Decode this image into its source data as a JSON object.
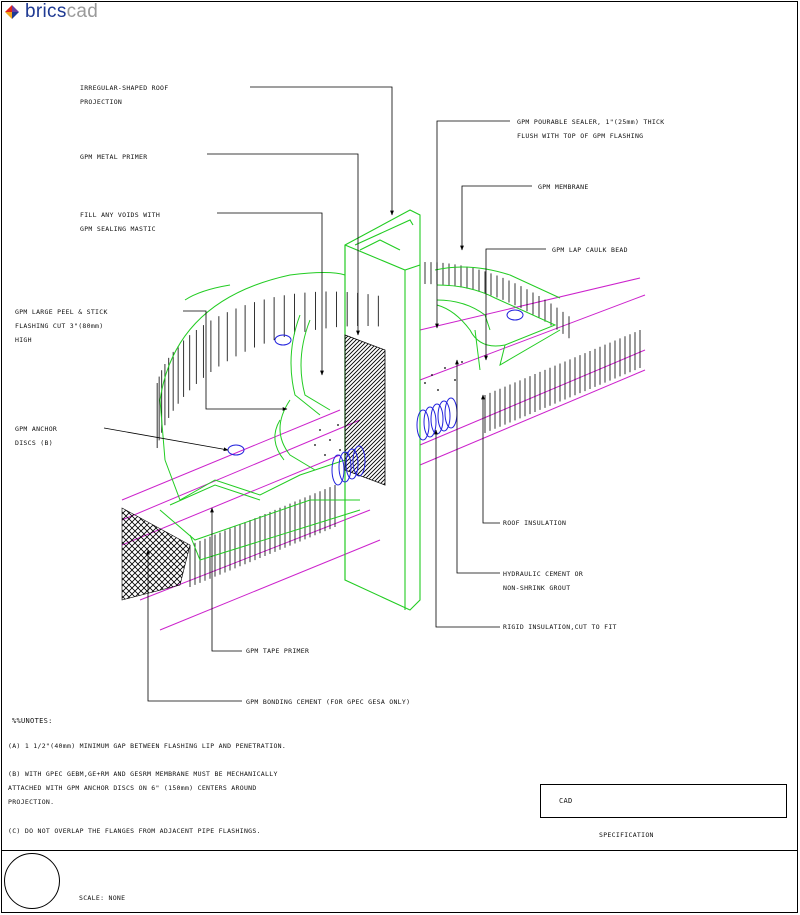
{
  "logo": {
    "brand_prefix": "brics",
    "brand_suffix": "cad",
    "colors": {
      "prefix": "#1f3a93",
      "suffix": "#9a9a9a"
    }
  },
  "callouts": {
    "projection": [
      "IRREGULAR-SHAPED ROOF",
      "PROJECTION"
    ],
    "metal_primer": [
      "GPM METAL PRIMER"
    ],
    "voids": [
      "FILL ANY VOIDS WITH",
      "GPM SEALING MASTIC"
    ],
    "peel_stick": [
      "GPM LARGE PEEL & STICK",
      "FLASHING CUT 3\"(80mm)",
      "HIGH"
    ],
    "anchor_discs": [
      "GPM ANCHOR",
      "DISCS (B)"
    ],
    "pourable_sealer": [
      "GPM POURABLE SEALER, 1\"(25mm) THICK",
      "FLUSH WITH TOP OF GPM FLASHING"
    ],
    "membrane": [
      "GPM MEMBRANE"
    ],
    "lap_caulk": [
      "GPM LAP CAULK BEAD"
    ],
    "roof_insulation": [
      "ROOF INSULATION"
    ],
    "hydraulic_cement": [
      "HYDRAULIC CEMENT OR",
      "NON-SHRINK GROUT"
    ],
    "rigid_insulation": [
      "RIGID INSULATION,CUT TO FIT"
    ],
    "tape_primer": [
      "GPM TAPE PRIMER"
    ],
    "bonding_cement": [
      "GPM BONDING CEMENT (FOR GPEC GESA ONLY)"
    ]
  },
  "notes": {
    "heading": "%%UNOTES:",
    "a": "(A) 1 1/2\"(40mm) MINIMUM GAP BETWEEN FLASHING LIP AND PENETRATION.",
    "b": [
      "(B) WITH GPEC GEBM,GE+RM AND GESRM MEMBRANE MUST BE MECHANICALLY",
      "ATTACHED WITH GPM ANCHOR DISCS ON 6\" (150mm) CENTERS AROUND",
      "PROJECTION."
    ],
    "c": "(C) DO NOT OVERLAP THE FLANGES FROM ADJACENT PIPE FLASHINGS."
  },
  "title_block": {
    "cad_label": "CAD",
    "specification_label": "SPECIFICATION",
    "scale_label": "SCALE: NONE"
  },
  "colors": {
    "flashing_line": "#22cc22",
    "deck_line": "#cc22cc",
    "insulation_line": "#2222dd",
    "annotation_line": "#000000"
  }
}
